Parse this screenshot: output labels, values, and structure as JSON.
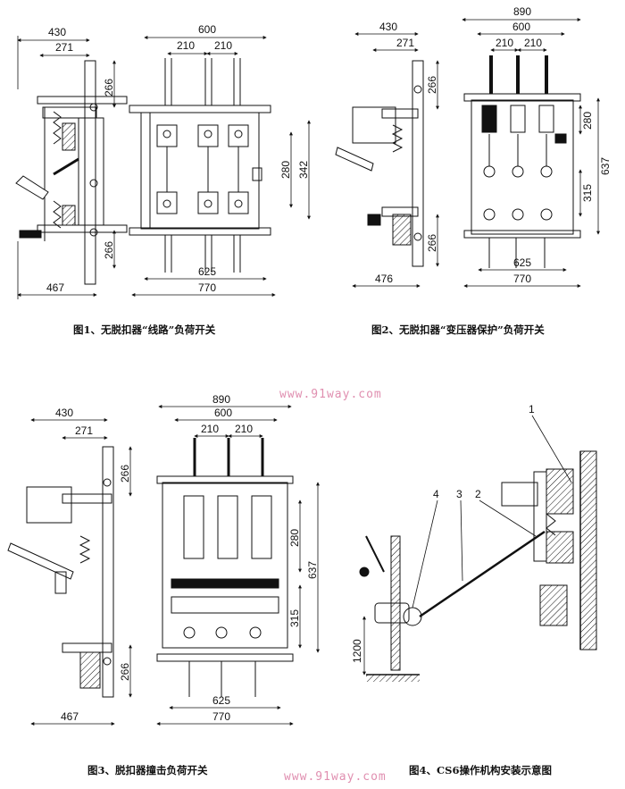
{
  "figures": [
    {
      "caption": "图1、无脱扣器“线路”负荷开关",
      "dims": {
        "d430": "430",
        "d271": "271",
        "d600": "600",
        "d210a": "210",
        "d210b": "210",
        "d266top": "266",
        "d266bot": "266",
        "d280": "280",
        "d342": "342",
        "d625": "625",
        "d770": "770",
        "d467": "467"
      }
    },
    {
      "caption": "图2、无脱扣器“变压器保护”负荷开关",
      "dims": {
        "d890": "890",
        "d430": "430",
        "d600": "600",
        "d271": "271",
        "d210a": "210",
        "d210b": "210",
        "d266top": "266",
        "d266bot": "266",
        "d280": "280",
        "d637": "637",
        "d315": "315",
        "d625": "625",
        "d770": "770",
        "d476": "476"
      }
    },
    {
      "caption": "图3、脱扣器撞击负荷开关",
      "dims": {
        "d890": "890",
        "d430": "430",
        "d600": "600",
        "d271": "271",
        "d210a": "210",
        "d210b": "210",
        "d266top": "266",
        "d266bot": "266",
        "d280": "280",
        "d637": "637",
        "d315": "315",
        "d625": "625",
        "d770": "770",
        "d467": "467"
      }
    },
    {
      "caption": "图4、CS6操作机构安装示意图",
      "labels": {
        "n1": "1",
        "n2": "2",
        "n3": "3",
        "n4": "4",
        "h1200": "1200"
      }
    }
  ],
  "watermark": "www.91way.com",
  "colors": {
    "ink": "#111111",
    "watermark": "#e08fb0"
  }
}
